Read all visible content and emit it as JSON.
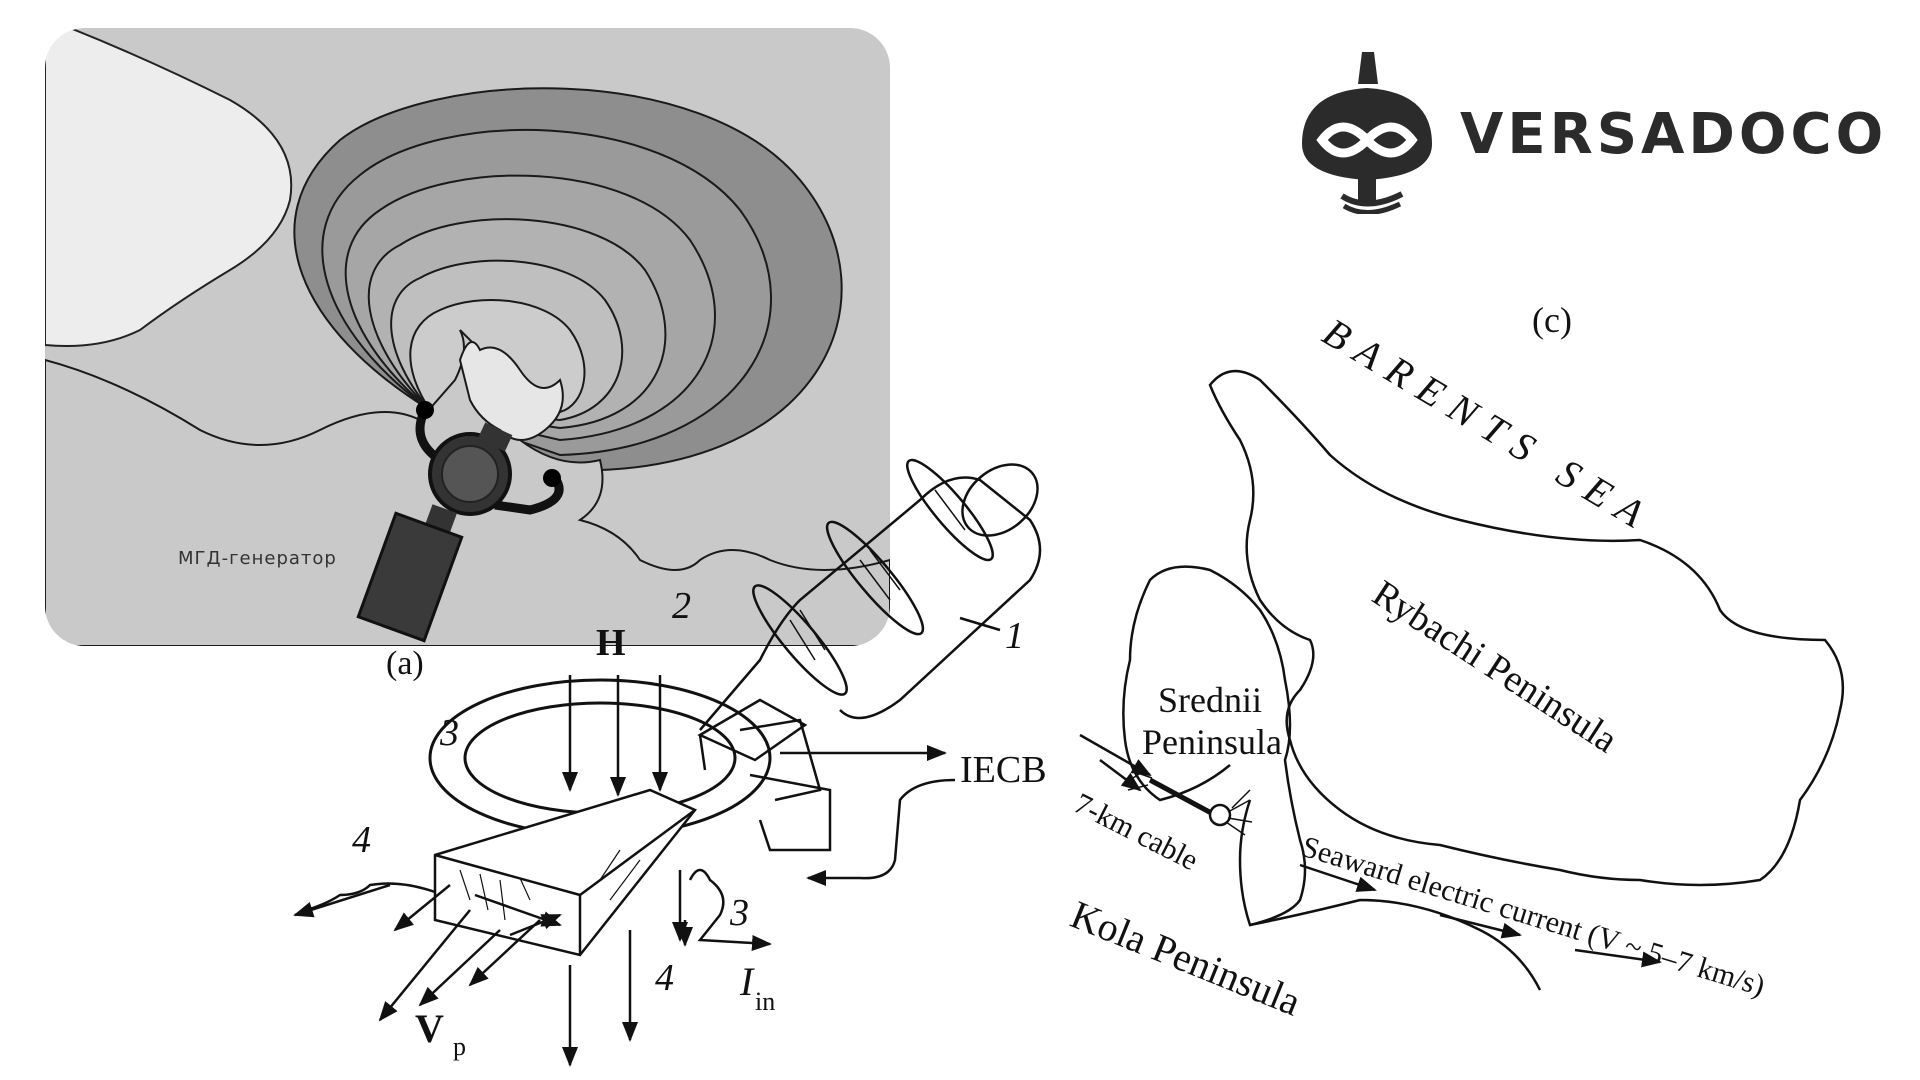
{
  "brand": {
    "name": "VERSADOCO",
    "logo_icon": "versadoco-mark-icon"
  },
  "panel_a": {
    "caption": "(a)",
    "map_label": "МГД-генератор",
    "colors": {
      "background": "#c9c9c9",
      "field": "#8a8a8a",
      "land": "#f2f2f2"
    }
  },
  "panel_b": {
    "labels": {
      "H": "H",
      "num1": "1",
      "num2": "2",
      "num3a": "3",
      "num3b": "3",
      "num4a": "4",
      "num4b": "4",
      "iecb": "IECB",
      "i_main": "I",
      "i_sub": "in",
      "v_main": "V",
      "v_sub": "p"
    }
  },
  "panel_c": {
    "caption": "(c)",
    "sea": "BARENTS SEA",
    "rybachi": "Rybachi Peninsula",
    "srednii_1": "Srednii",
    "srednii_2": "Peninsula",
    "cable": "7-km cable",
    "current": "Seaward electric current (V ~ 5–7 km/s)",
    "kola": "Kola Peninsula"
  }
}
